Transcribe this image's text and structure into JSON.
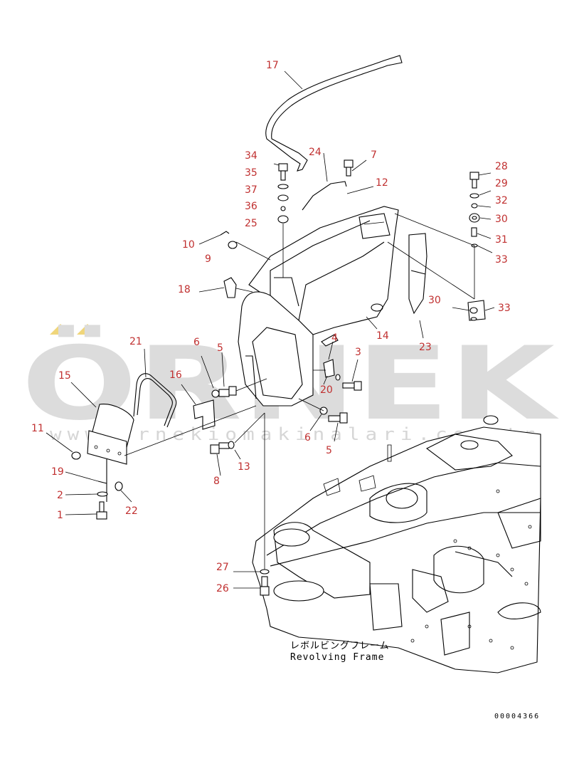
{
  "watermark": {
    "brand": "ÖRNEK",
    "url": "www.ornekiomakinalari.com.tr"
  },
  "callouts": [
    {
      "id": "c17a",
      "label": "17"
    },
    {
      "id": "c34",
      "label": "34"
    },
    {
      "id": "c35",
      "label": "35"
    },
    {
      "id": "c37",
      "label": "37"
    },
    {
      "id": "c36",
      "label": "36"
    },
    {
      "id": "c25",
      "label": "25"
    },
    {
      "id": "c24",
      "label": "24"
    },
    {
      "id": "c7",
      "label": "7"
    },
    {
      "id": "c12",
      "label": "12"
    },
    {
      "id": "c28",
      "label": "28"
    },
    {
      "id": "c29",
      "label": "29"
    },
    {
      "id": "c32",
      "label": "32"
    },
    {
      "id": "c30a",
      "label": "30"
    },
    {
      "id": "c31",
      "label": "31"
    },
    {
      "id": "c33a",
      "label": "33"
    },
    {
      "id": "c10",
      "label": "10"
    },
    {
      "id": "c9",
      "label": "9"
    },
    {
      "id": "c18",
      "label": "18"
    },
    {
      "id": "c30b",
      "label": "30"
    },
    {
      "id": "c33b",
      "label": "33"
    },
    {
      "id": "c14",
      "label": "14"
    },
    {
      "id": "c23",
      "label": "23"
    },
    {
      "id": "c4",
      "label": "4"
    },
    {
      "id": "c3",
      "label": "3"
    },
    {
      "id": "c20",
      "label": "20"
    },
    {
      "id": "c21",
      "label": "21"
    },
    {
      "id": "c5a",
      "label": "5"
    },
    {
      "id": "c6a",
      "label": "6"
    },
    {
      "id": "c16",
      "label": "16"
    },
    {
      "id": "c15",
      "label": "15"
    },
    {
      "id": "c11",
      "label": "11"
    },
    {
      "id": "c19",
      "label": "19"
    },
    {
      "id": "c2",
      "label": "2"
    },
    {
      "id": "c1",
      "label": "1"
    },
    {
      "id": "c22",
      "label": "22"
    },
    {
      "id": "c6b",
      "label": "6"
    },
    {
      "id": "c5b",
      "label": "5"
    },
    {
      "id": "c13",
      "label": "13"
    },
    {
      "id": "c8",
      "label": "8"
    },
    {
      "id": "c27",
      "label": "27"
    },
    {
      "id": "c26",
      "label": "26"
    }
  ],
  "caption": {
    "japanese": "レボルビングフレーム",
    "english": "Revolving Frame"
  },
  "document_number": "00004366"
}
